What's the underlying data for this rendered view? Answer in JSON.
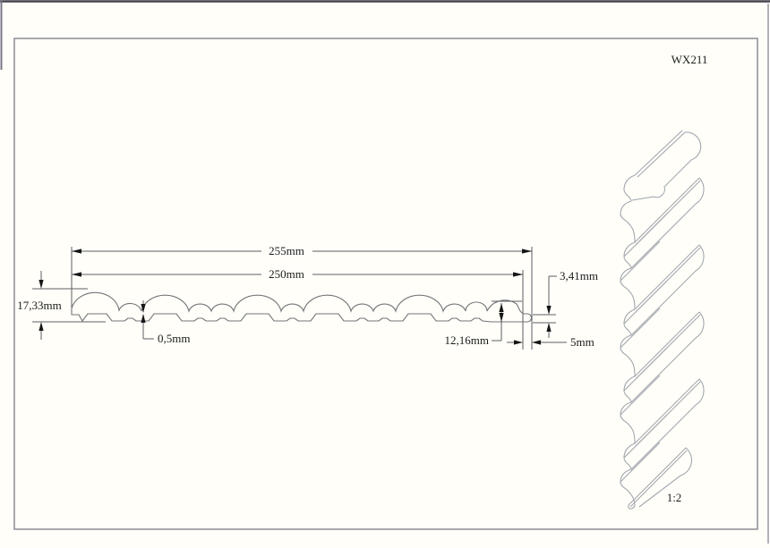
{
  "drawing": {
    "part_number": "WX211",
    "scale_label": "1:2",
    "dimensions": {
      "overall_length": "255mm",
      "body_length": "250mm",
      "profile_height": "17,33mm",
      "groove_step": "0,5mm",
      "end_height": "12,16mm",
      "tail_thickness": "3,41mm",
      "tail_length": "5mm"
    },
    "colors": {
      "profile_line": "#747478",
      "dimension_line": "#5f5f63",
      "perspective_line": "#a3a7ae",
      "border": "#8c8c94",
      "text": "#1b1b1b"
    }
  }
}
